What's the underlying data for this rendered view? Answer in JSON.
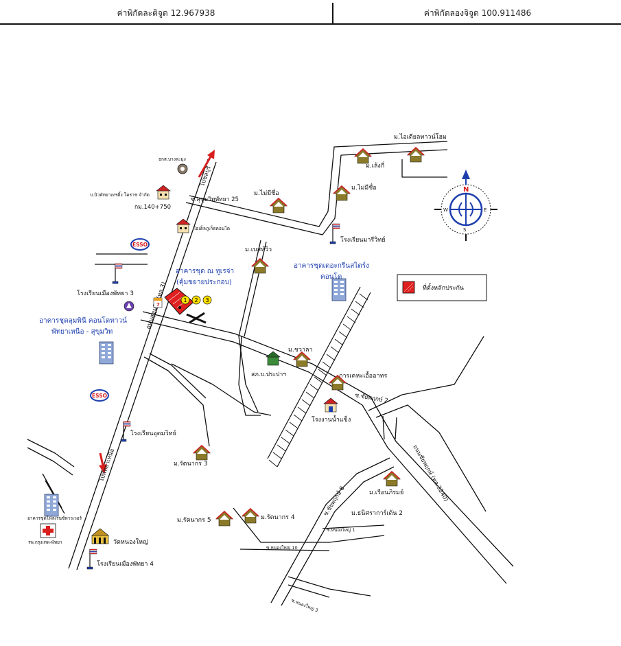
{
  "header": {
    "latitude_label": "ค่าพิกัดละติจูด 12.967938",
    "longitude_label": "ค่าพิกัดลองจิจูด 100.911486"
  },
  "legend": {
    "label": "ที่ตั้งหลักประกัน",
    "color": "#e02020"
  },
  "compass": {
    "n": "N",
    "s": "S",
    "e": "E",
    "w": "W"
  },
  "roads": {
    "sukhumvit": "ถนนสุขุมวิท (ทล.3)",
    "to_pattaya_north": "ไปพัทยาเหนือ",
    "to_chonburi": "ไปชลบุรี",
    "soi_sukhumvit_25": "ซ.สุขุมวิทพัทยา 25",
    "soi_chaiyaphruek_2": "ซ.ชัยพฤกษ์ 2",
    "chaiyaphruek_road": "ถนนชัยพฤกษ์ (ทล.3240)",
    "soi_chaiyaphruek_8": "ซ.ชัยพฤกษ์ 8",
    "soi_nongyai_1": "ซ.หนองใหญ่ 1",
    "soi_nongyai_10": "ซ.หนองใหญ่ 10",
    "soi_nongyai_3": "ซ.หนองใหญ่ 3"
  },
  "places": {
    "km_marker": "กม.140+750",
    "bank": "ธกส.บางละมุง",
    "nissan": "บ.นิวพัทยาเทรดิ้ง โคราช จำกัด",
    "hotel": "โฮเต็ลภูเก็ตคอนโด",
    "school_mueang_3": "โรงเรียนเมืองพัทยา 3",
    "condo_pattaya": "อาคารชุดลุมพินี คอนโดทาวน์",
    "condo_pattaya_2": "พัทยาเหนือ - สุขุมวิท",
    "condo_main": "อาคารชุด ณ ทูเรจ่า",
    "condo_main_2": "(คุ้มขยายประกอบ)",
    "condo_green": "อาคารชุดเดอะกรีนสไตร์ง",
    "condo_green_2": "คอนโด",
    "school_mairi": "โรงเรียนมารีวิทย์",
    "school_aris": "โรงเรียนอุดมวิทย์",
    "school_mueang_4": "โรงเรียนเมืองพัทยา 4",
    "wat": "วัดหนองใหญ่",
    "hospital": "รพ.กรุงเทพ-พัทยา",
    "condo_bottom": "อาคารชุดโฟลเรนซ์ทาวเวอร์",
    "police": "สภ.บ.ประปาฯ",
    "factory": "โรงงานน้ำแข็ง",
    "food_co": "การเคหะเอื้ออาทร",
    "village_ideal": "ม.ไอเดียลทาวน์โฮม",
    "village_lengki": "ม.เล้งกี่",
    "village_maimichue_1": "ม.ไม่มีชื่อ",
    "village_maimichue_2": "ม.ไม่มีชื่อ",
    "village_baanthewa": "ม.เบสท์วิว",
    "village_khawala": "ม.ชวาลา",
    "village_rattanakorn_3": "ม.รัตนากร 3",
    "village_rattanakorn_4": "ม.รัตนากร 4",
    "village_rattanakorn_5": "ม.รัตนากร 5",
    "village_ruenphirom": "ม.เรือนภิรมย์",
    "village_thanisara": "ม.ธนิศราการ์เด้น 2"
  },
  "markers": [
    "1",
    "2",
    "3"
  ],
  "colors": {
    "blue_text": "#1d3fae",
    "house": "#8a7a2a",
    "roof": "#cc2222",
    "red": "#e02020"
  }
}
